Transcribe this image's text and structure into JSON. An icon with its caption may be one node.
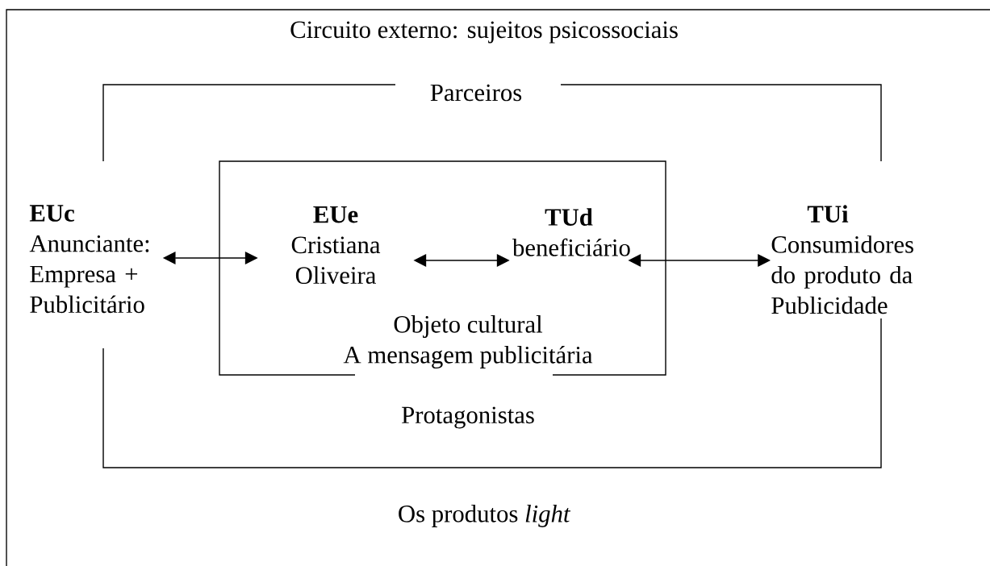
{
  "diagram": {
    "nodes": [
      {
        "text": [
          "Circuito externo: sujeitos psicossociais",
          "Os produtos *light*"
        ]
      },
      {
        "text": [
          "Parceiros",
          "Protagonistas"
        ],
        "in": 0
      },
      {
        "text": [
          "Objeto cultural",
          "A mensagem publicitária"
        ],
        "in": 1
      },
      {
        "text": [
          "EUc",
          "Anunciante: Empresa + Publicitário"
        ],
        "in": 0
      },
      {
        "text": [
          "EUe",
          "Cristiana Oliveira"
        ],
        "in": 2
      },
      {
        "text": [
          "TUd",
          "beneficiário"
        ],
        "in": 2
      },
      {
        "text": [
          "TUi",
          "Consumidores do produto da Publicidade"
        ],
        "in": 0
      }
    ],
    "edges": [
      {
        "from": 3,
        "to": 4,
        "arrow": "both"
      },
      {
        "from": 4,
        "to": 5,
        "arrow": "both"
      },
      {
        "from": 5,
        "to": 6,
        "arrow": "both"
      }
    ]
  }
}
